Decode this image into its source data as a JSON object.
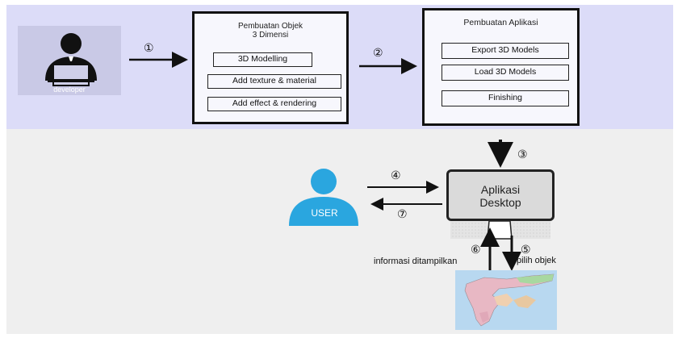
{
  "developer": {
    "label": "developer",
    "icon": "developer-icon"
  },
  "box1": {
    "title_line1": "Pembuatan Objek",
    "title_line2": "3 Dimensi",
    "steps": [
      "3D Modelling",
      "Add texture & material",
      "Add effect & rendering"
    ]
  },
  "box2": {
    "title": "Pembuatan Aplikasi",
    "steps": [
      "Export 3D Models",
      "Load 3D Models",
      "Finishing"
    ]
  },
  "numbers": {
    "n1": "①",
    "n2": "②",
    "n3": "③",
    "n4": "④",
    "n5": "⑤",
    "n6": "⑥",
    "n7": "⑦"
  },
  "desktop": {
    "line1": "Aplikasi",
    "line2": "Desktop"
  },
  "user": {
    "label": "USER",
    "icon": "user-icon"
  },
  "labels": {
    "info": "informasi ditampilkan",
    "pick": "pilih objek"
  },
  "map": {
    "icon": "island-map-icon"
  },
  "colors": {
    "band_top": "#dcdcf8",
    "band_bottom": "#efefef",
    "user_blue": "#2aa6df",
    "land": "#e8b8c4",
    "land_green": "#a8d8a0",
    "sea": "#b8d8f0"
  }
}
